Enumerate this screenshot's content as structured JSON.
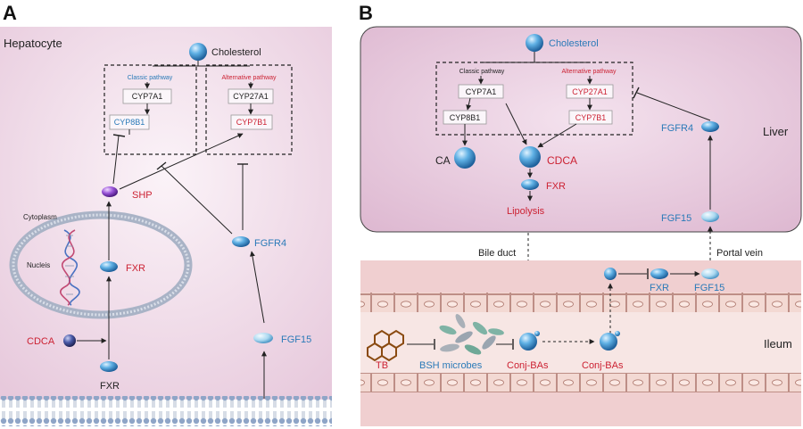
{
  "panel_a": {
    "label": "A",
    "cell": "Hepatocyte",
    "cholesterol": "Cholesterol",
    "classic_pathway": "Classic pathway",
    "alternative_pathway": "Alternative pathway",
    "cyp7a1": "CYP7A1",
    "cyp8b1": "CYP8B1",
    "cyp27a1": "CYP27A1",
    "cyp7b1": "CYP7B1",
    "shp": "SHP",
    "cytoplasm": "Cytoplasm",
    "nucleus": "Nucleis",
    "fxr_nuclear": "FXR",
    "cdca": "CDCA",
    "fxr_membrane": "FXR",
    "fgfr4": "FGFR4",
    "fgf15": "FGF15"
  },
  "panel_b": {
    "label": "B",
    "cholesterol": "Cholesterol",
    "classic_pathway": "Classic pathway",
    "alternative_pathway": "Alternative pathway",
    "cyp7a1": "CYP7A1",
    "cyp8b1": "CYP8B1",
    "cyp27a1": "CYP27A1",
    "cyp7b1": "CYP7B1",
    "ca": "CA",
    "cdca": "CDCA",
    "fxr_liver": "FXR",
    "lipolysis": "Lipolysis",
    "fgfr4": "FGFR4",
    "liver": "Liver",
    "fgf15_liver": "FGF15",
    "bile_duct": "Bile duct",
    "portal_vein": "Portal vein",
    "fxr_intestine": "FXR",
    "fgf15_intestine": "FGF15",
    "tb": "TB",
    "bsh_microbes": "BSH microbes",
    "conj_bas_1": "Conj-BAs",
    "conj_bas_2": "Conj-BAs",
    "ileum": "Ileum"
  },
  "colors": {
    "red_text": "#cc2233",
    "blue_text": "#2a7ab8",
    "sphere_blue": "#3a95d0",
    "shp_purple": "#7a3ab8",
    "cdca_navy": "#2a2e6e",
    "cell_pink": "#eed6e6",
    "liver_pink": "#e6c6dc",
    "tb_brown": "#8a4a10"
  }
}
